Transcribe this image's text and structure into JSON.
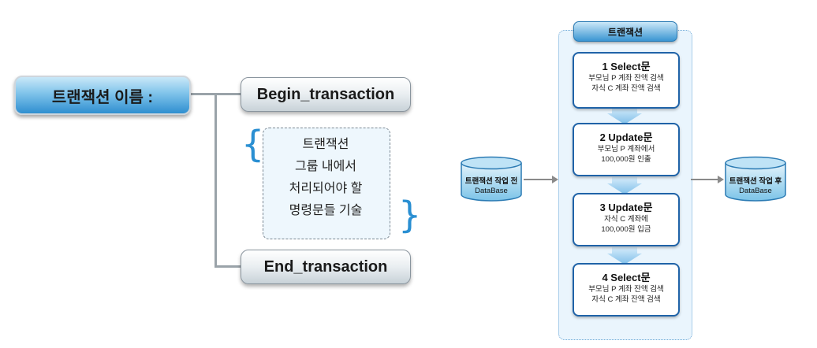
{
  "left": {
    "title": "트랜잭션 이름 :",
    "begin": "Begin_transaction",
    "end": "End_transaction",
    "description": [
      "트랜잭션",
      "그룹 내에서",
      "처리되어야 할",
      "명령문들 기술"
    ]
  },
  "right": {
    "panel_title": "트랜잭션",
    "steps": [
      {
        "title": "1 Select문",
        "lines": [
          "부모님 P 계좌 잔액 검색",
          "자식 C 계좌 잔액 검색"
        ]
      },
      {
        "title": "2 Update문",
        "lines": [
          "부모님 P 계좌에서",
          "100,000원 인출"
        ]
      },
      {
        "title": "3 Update문",
        "lines": [
          "자식 C 계좌에",
          "100,000원 입금"
        ]
      },
      {
        "title": "4 Select문",
        "lines": [
          "부모님 P 계좌 잔액 검색",
          "자식 C 계좌 잔액 검색"
        ]
      }
    ],
    "db_before": {
      "line1": "트랜잭션 작업 전",
      "line2": "DataBase"
    },
    "db_after": {
      "line1": "트랜잭션 작업 후",
      "line2": "DataBase"
    }
  },
  "colors": {
    "accent_blue": "#2f8fd0",
    "step_border": "#1f63a8",
    "connector": "#9aa3a9"
  }
}
